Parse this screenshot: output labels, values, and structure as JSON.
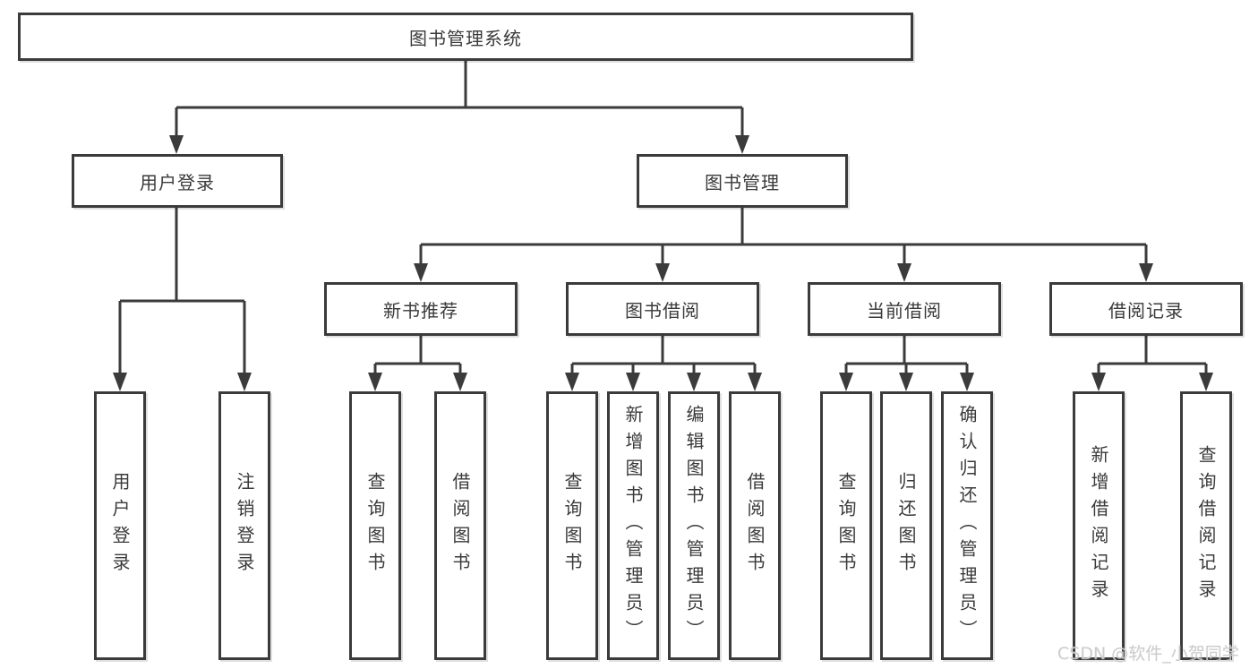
{
  "nodes": {
    "root": "图书管理系统",
    "user_login": "用户登录",
    "book_mgmt": "图书管理",
    "new_book_rec": "新书推荐",
    "book_borrow": "图书借阅",
    "current_borrow": "当前借阅",
    "borrow_record": "借阅记录",
    "leaf_user_login": "用户登录",
    "leaf_logout": "注销登录",
    "leaf_rec_query_book": "查询图书",
    "leaf_rec_borrow_book": "借阅图书",
    "leaf_bb_query_book": "查询图书",
    "leaf_bb_add_book": "新增图书（管理员）",
    "leaf_bb_edit_book": "编辑图书（管理员）",
    "leaf_bb_borrow_book": "借阅图书",
    "leaf_cur_query_book": "查询图书",
    "leaf_cur_return_book": "归还图书",
    "leaf_cur_confirm_return": "确认归还（管理员）",
    "leaf_record_add": "新增借阅记录",
    "leaf_record_query": "查询借阅记录"
  },
  "hierarchy": {
    "图书管理系统": {
      "用户登录": [
        "用户登录",
        "注销登录"
      ],
      "图书管理": {
        "新书推荐": [
          "查询图书",
          "借阅图书"
        ],
        "图书借阅": [
          "查询图书",
          "新增图书（管理员）",
          "编辑图书（管理员）",
          "借阅图书"
        ],
        "当前借阅": [
          "查询图书",
          "归还图书",
          "确认归还（管理员）"
        ],
        "借阅记录": [
          "新增借阅记录",
          "查询借阅记录"
        ]
      }
    }
  },
  "watermark": "CSDN @软件_小贺同学",
  "colors": {
    "line": "#3b3b3b",
    "text": "#3a3a3a",
    "box_fill": "#ffffff",
    "watermark": "#cbcbcb"
  }
}
